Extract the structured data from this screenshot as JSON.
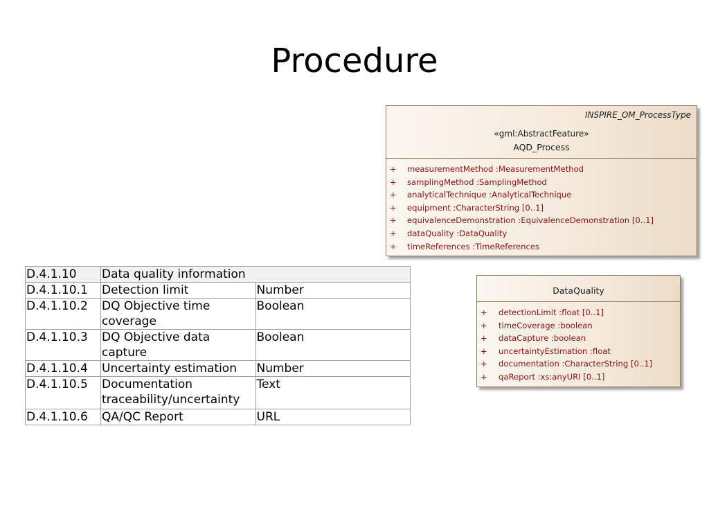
{
  "slide": {
    "title": "Procedure"
  },
  "uml_process": {
    "tagged_value": "INSPIRE_OM_ProcessType",
    "stereotype": "«gml:AbstractFeature»",
    "name": "AQD_Process",
    "attributes": [
      {
        "visibility": "+",
        "text": "measurementMethod  :MeasurementMethod"
      },
      {
        "visibility": "+",
        "text": "samplingMethod  :SamplingMethod"
      },
      {
        "visibility": "+",
        "text": "analyticalTechnique  :AnalyticalTechnique"
      },
      {
        "visibility": "+",
        "text": "equipment  :CharacterString [0..1]"
      },
      {
        "visibility": "+",
        "text": "equivalenceDemonstration  :EquivalenceDemonstration [0..1]"
      },
      {
        "visibility": "+",
        "text": "dataQuality  :DataQuality"
      },
      {
        "visibility": "+",
        "text": "timeReferences  :TimeReferences"
      }
    ]
  },
  "uml_dataquality": {
    "name": "DataQuality",
    "attributes": [
      {
        "visibility": "+",
        "text": "detectionLimit  :float [0..1]"
      },
      {
        "visibility": "+",
        "text": "timeCoverage  :boolean"
      },
      {
        "visibility": "+",
        "text": "dataCapture  :boolean"
      },
      {
        "visibility": "+",
        "text": "uncertaintyEstimation  :float"
      },
      {
        "visibility": "+",
        "text": "documentation  :CharacterString [0..1]"
      },
      {
        "visibility": "+",
        "text": "qaReport  :xs:anyURI [0..1]"
      }
    ]
  },
  "table": {
    "header": {
      "id": "D.4.1.10",
      "name": "Data quality information"
    },
    "rows": [
      {
        "id": "D.4.1.10.1",
        "name": "Detection limit",
        "type": "Number"
      },
      {
        "id": "D.4.1.10.2",
        "name": "DQ Objective time coverage",
        "type": "Boolean"
      },
      {
        "id": "D.4.1.10.3",
        "name": "DQ  Objective data capture",
        "type": "Boolean"
      },
      {
        "id": "D.4.1.10.4",
        "name": "Uncertainty estimation",
        "type": "Number"
      },
      {
        "id": "D.4.1.10.5",
        "name": "Documentation traceability/uncertainty",
        "type": "Text"
      },
      {
        "id": "D.4.1.10.6",
        "name": "QA/QC Report",
        "type": "URL"
      }
    ]
  }
}
